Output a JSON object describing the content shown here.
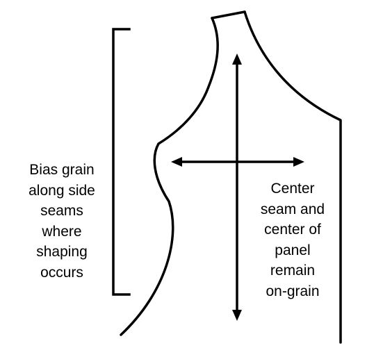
{
  "left_annotation": {
    "lines": [
      "Bias grain",
      "along side",
      "seams",
      "where",
      "shaping",
      "occurs"
    ]
  },
  "right_annotation": {
    "lines": [
      "Center",
      "seam and",
      "center of",
      "panel",
      "remain",
      "on-grain"
    ]
  },
  "colors": {
    "stroke": "#000000",
    "text": "#000000",
    "background": "#ffffff"
  }
}
